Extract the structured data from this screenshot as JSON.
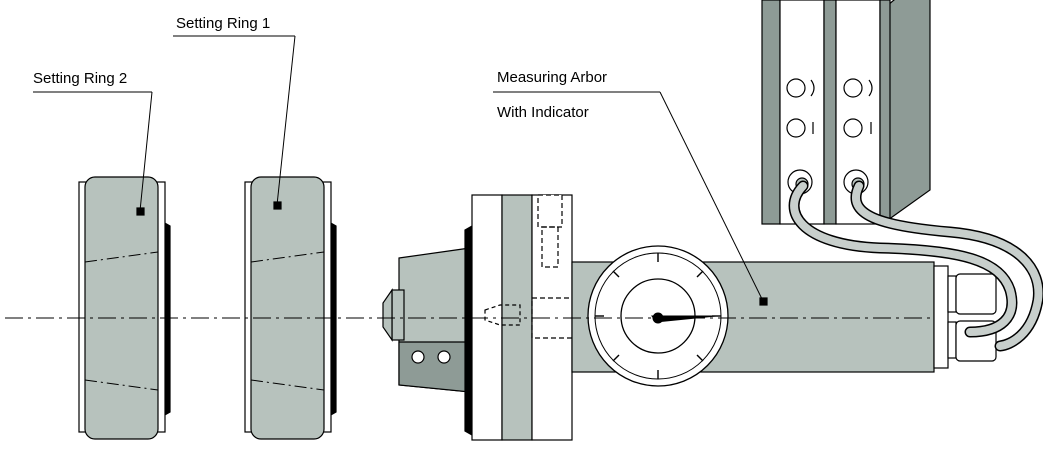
{
  "labels": {
    "setting_ring_1": "Setting Ring 1",
    "setting_ring_2": "Setting Ring 2",
    "arbor_line1": "Measuring Arbor",
    "arbor_line2": "With Indicator"
  },
  "colors": {
    "part_fill": "#b7c2bd",
    "dark_fill": "#8e9b96",
    "stroke": "#000000",
    "background": "#ffffff"
  }
}
